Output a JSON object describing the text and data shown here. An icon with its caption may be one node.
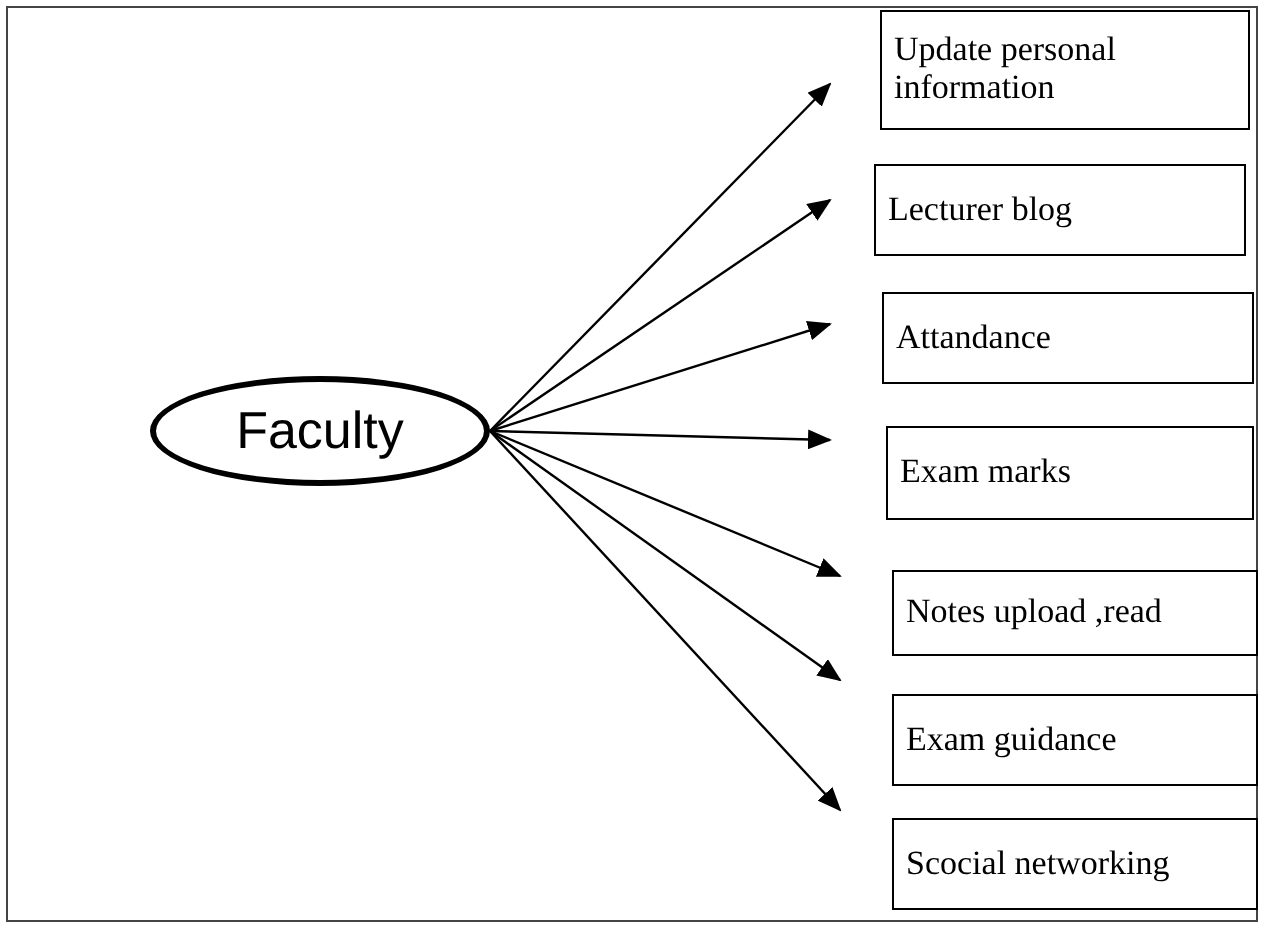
{
  "diagram": {
    "nodes": [
      {
        "text": [
          "Faculty"
        ]
      },
      {
        "text": [
          "Update personal information"
        ]
      },
      {
        "text": [
          "Lecturer blog"
        ]
      },
      {
        "text": [
          "Attandance"
        ]
      },
      {
        "text": [
          "Exam marks"
        ]
      },
      {
        "text": [
          "Notes upload ,read"
        ]
      },
      {
        "text": [
          "Exam guidance"
        ]
      },
      {
        "text": [
          "Scocial networking"
        ]
      }
    ],
    "edges": [
      {
        "from": 0,
        "to": 1,
        "arrow": "to"
      },
      {
        "from": 0,
        "to": 2,
        "arrow": "to"
      },
      {
        "from": 0,
        "to": 3,
        "arrow": "to"
      },
      {
        "from": 0,
        "to": 4,
        "arrow": "to"
      },
      {
        "from": 0,
        "to": 5,
        "arrow": "to"
      },
      {
        "from": 0,
        "to": 6,
        "arrow": "to"
      },
      {
        "from": 0,
        "to": 7,
        "arrow": "to"
      }
    ]
  }
}
